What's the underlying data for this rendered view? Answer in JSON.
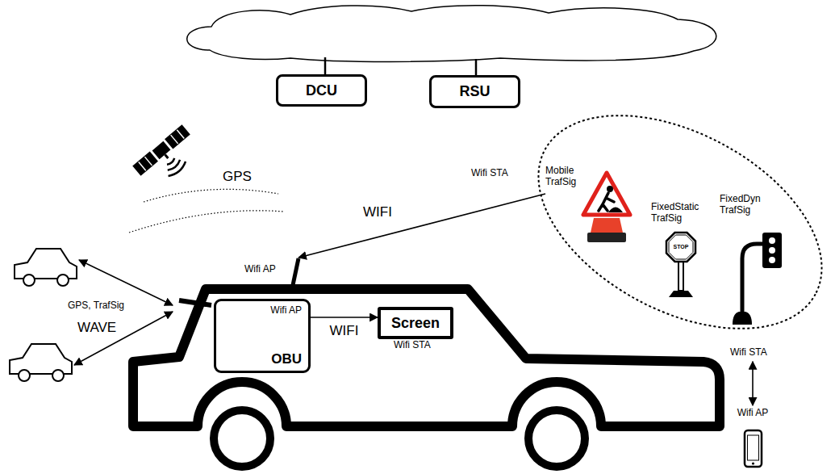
{
  "diagram": {
    "nodes": [
      {
        "text": [
          "DCU"
        ]
      },
      {
        "text": [
          "RSU"
        ]
      },
      {
        "text": [
          "Wifi STA"
        ]
      },
      {
        "text": [
          "Mobile TrafSig",
          "Wifi STA"
        ],
        "in": 2
      },
      {
        "text": [
          "FixedStatic TrafSig"
        ],
        "in": 2
      },
      {
        "text": [
          "FixedDyn TrafSig"
        ],
        "in": 2
      },
      {
        "text": [
          "Wifi AP"
        ]
      },
      {
        "text": [
          "Wifi AP",
          "OBU"
        ],
        "in": 6
      },
      {
        "text": [
          "Screen",
          "Wifi STA"
        ],
        "in": 6
      },
      {
        "text": [
          "Wifi AP"
        ]
      }
    ],
    "edges": [
      {
        "from": 3,
        "to": 6,
        "label": "WIFI",
        "arrow": "to"
      },
      {
        "from": 7,
        "to": 8,
        "label": "WIFI",
        "arrow": "to"
      },
      {
        "from": 2,
        "to": 9,
        "arrow": "both"
      }
    ],
    "labels": [
      "GPS",
      "GPS, TrafSig",
      "WAVE",
      "STOP"
    ]
  }
}
